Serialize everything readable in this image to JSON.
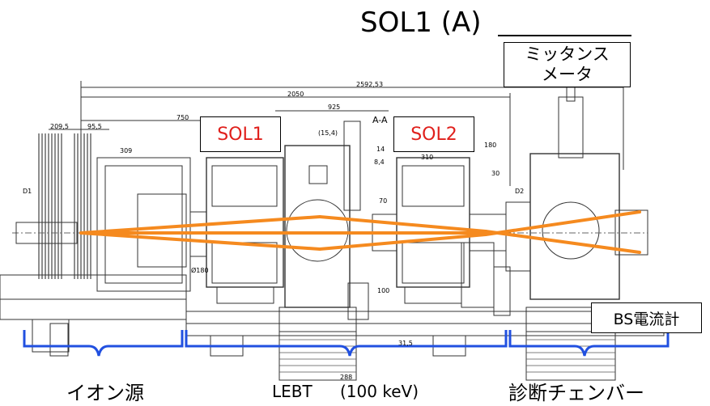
{
  "title": "SOL1 (A)",
  "labels": {
    "sol1": "SOL1",
    "sol2": "SOL2",
    "emittance_meter_line1": "ミッタンス",
    "emittance_meter_line2": "メータ",
    "bs_current_meter": "BS電流計",
    "ion_source": "イオン源",
    "lebt": "LEBT",
    "lebt_energy": "(100 keV)",
    "diagnostic_chamber": "診断チェンバー"
  },
  "dimensions": {
    "total": "2592,53",
    "d2050": "2050",
    "d925": "925",
    "d750": "750",
    "d209": "209,5",
    "d95": "95,5",
    "d309": "309",
    "d15": "(15,4)",
    "section": "A-A",
    "d14": "14",
    "d84": "8,4",
    "d180": "180",
    "d310": "310",
    "d30": "30",
    "d70": "70",
    "d100": "100",
    "d315": "31,5",
    "d288": "288",
    "phi180": "Ø180",
    "d1": "D1",
    "d2": "D2"
  },
  "colors": {
    "beam": "#f58a1f",
    "bracket": "#2150e0",
    "sol_text": "#e0201c",
    "drawing": "#333333"
  }
}
